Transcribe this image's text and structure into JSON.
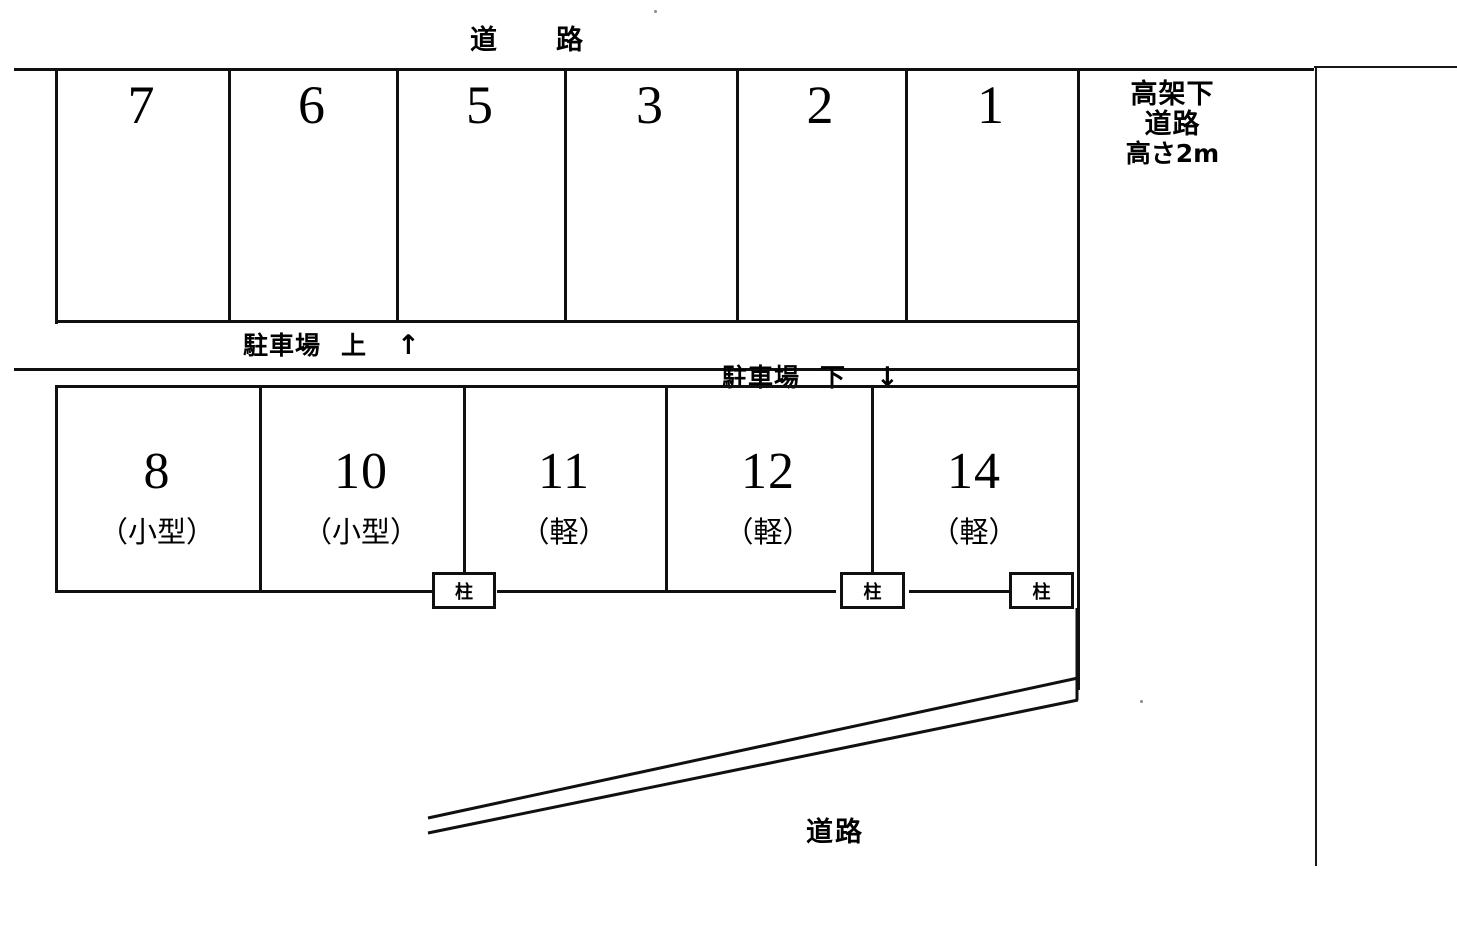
{
  "diagram": {
    "title_top_road": "道　路",
    "bottom_road": "道路",
    "overhead_note": {
      "line1": "高架下",
      "line2": "道路",
      "line3": "高さ2m"
    },
    "aisle_upper": {
      "name": "駐車場",
      "position": "上",
      "arrow": "↑"
    },
    "aisle_lower": {
      "name": "駐車場",
      "position": "下",
      "arrow": "↓"
    },
    "pillar_label": "柱",
    "upper_row": [
      {
        "number": "7",
        "kind": ""
      },
      {
        "number": "6",
        "kind": ""
      },
      {
        "number": "5",
        "kind": ""
      },
      {
        "number": "3",
        "kind": ""
      },
      {
        "number": "2",
        "kind": ""
      },
      {
        "number": "1",
        "kind": ""
      }
    ],
    "lower_row": [
      {
        "number": "8",
        "kind": "（小型）"
      },
      {
        "number": "10",
        "kind": "（小型）"
      },
      {
        "number": "11",
        "kind": "（軽）"
      },
      {
        "number": "12",
        "kind": "（軽）"
      },
      {
        "number": "14",
        "kind": "（軽）"
      }
    ],
    "pillars": [
      "柱",
      "柱",
      "柱"
    ],
    "colors": {
      "ink": "#101010",
      "paper": "#ffffff"
    }
  }
}
